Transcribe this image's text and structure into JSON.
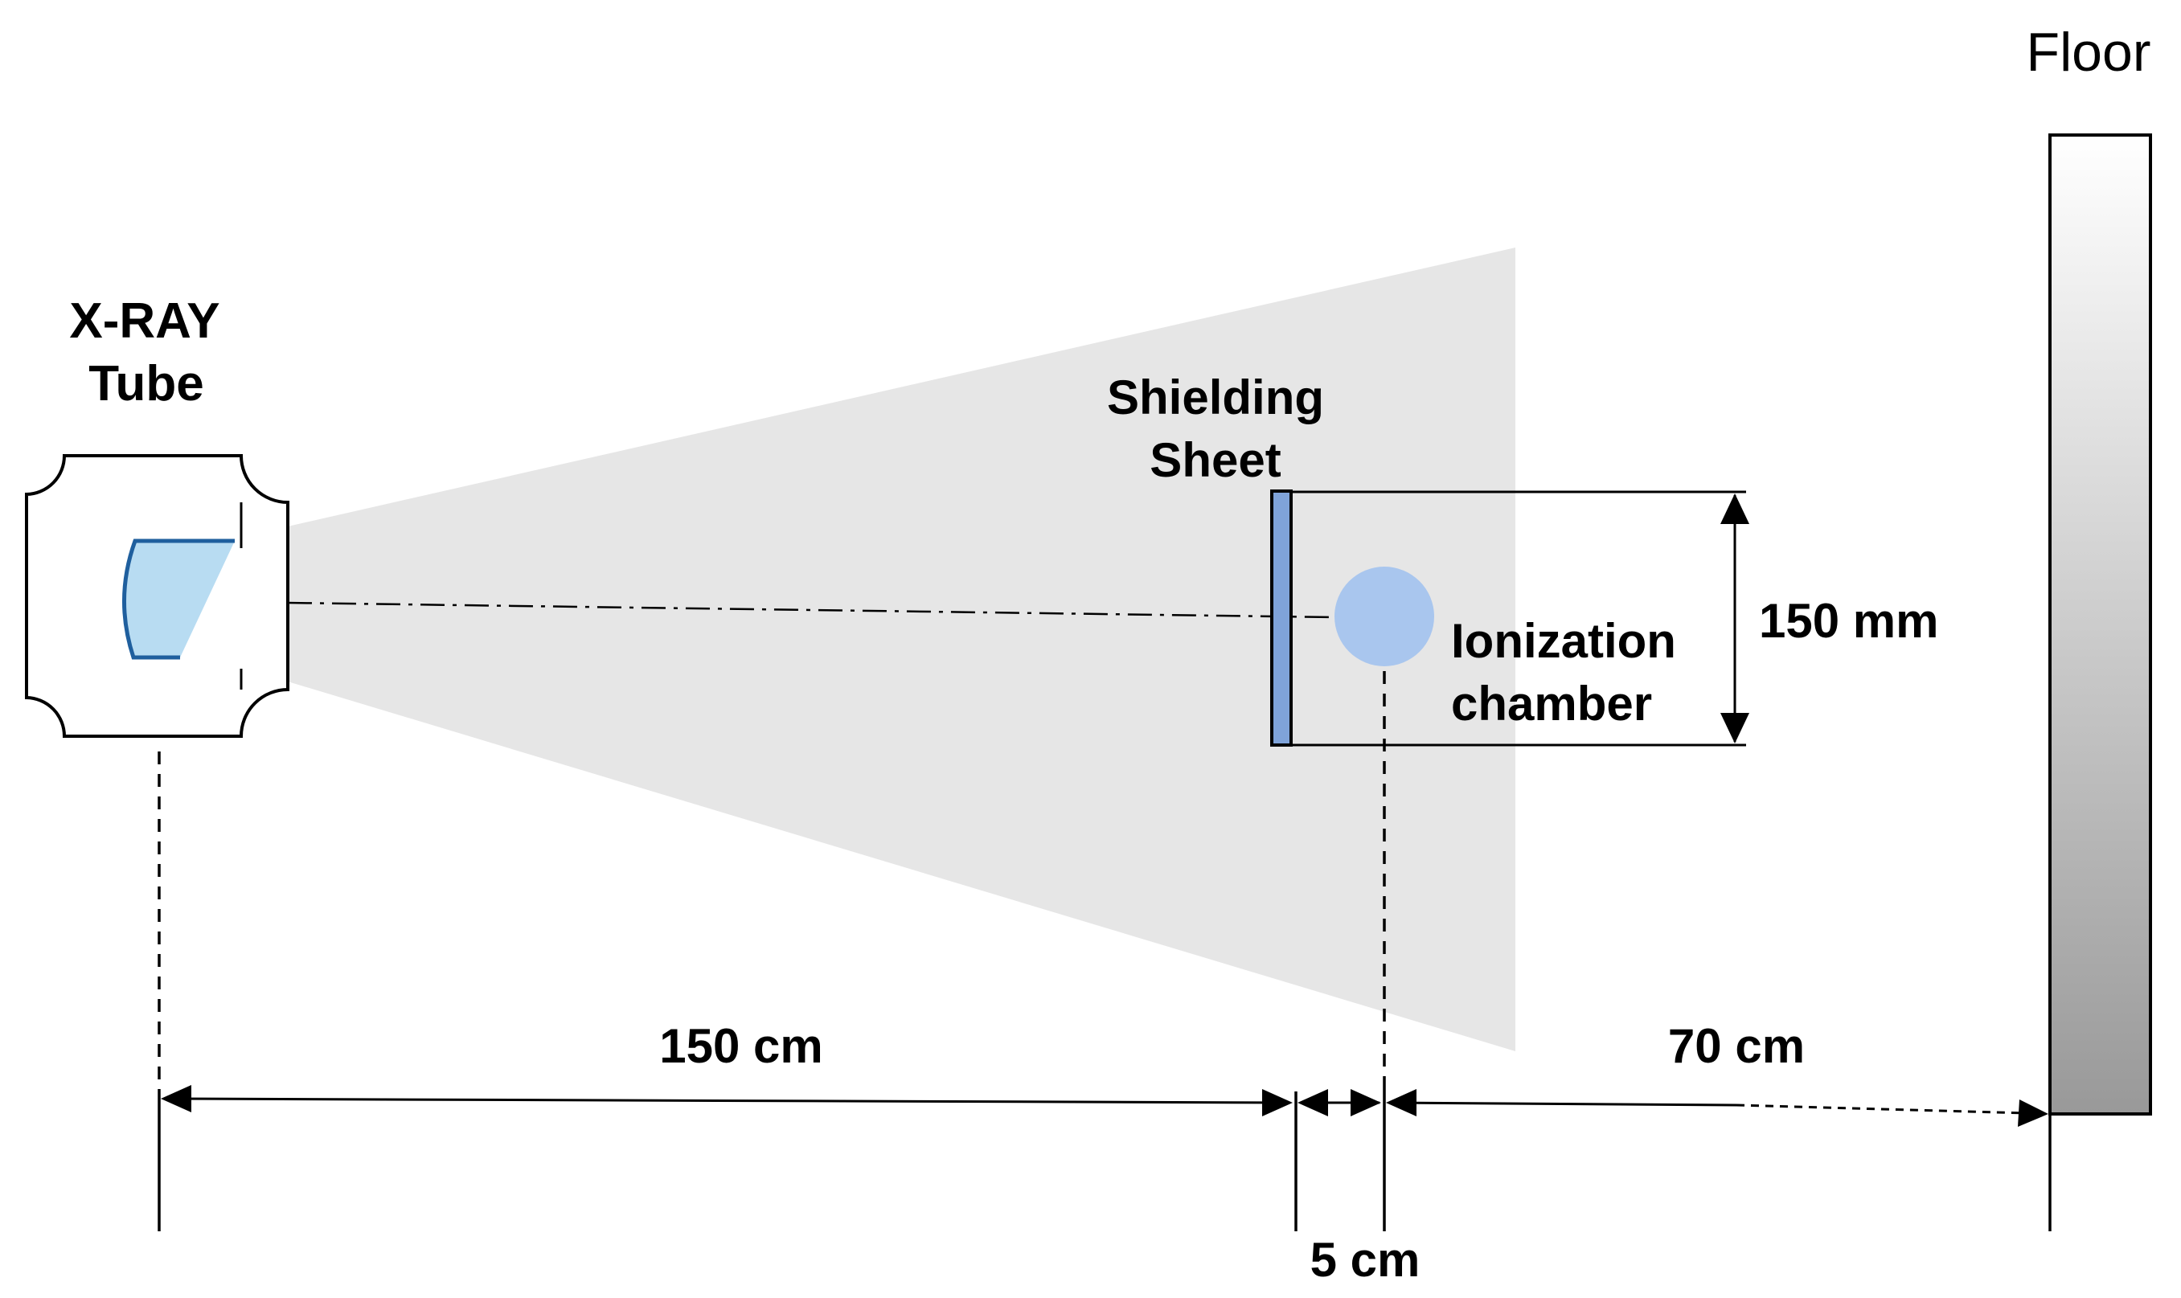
{
  "labels": {
    "xray_line1": "X-RAY",
    "xray_line2": "Tube",
    "shield_line1": "Shielding",
    "shield_line2": "Sheet",
    "chamber_line1": "Ionization",
    "chamber_line2": "chamber",
    "floor": "Floor"
  },
  "dimensions": {
    "tube_to_sheet": "150 cm",
    "sheet_to_chamber": "5 cm",
    "chamber_to_floor": "70 cm",
    "field_size": "150 mm"
  },
  "colors": {
    "beam": "#e6e6e6",
    "sheet": "#7fa3d9",
    "chamber": "#a9c6ee",
    "anode": "#b8dcf2",
    "anode_edge": "#1f5f9e",
    "floor_top": "#ffffff",
    "floor_bottom": "#999999",
    "line": "#000000"
  }
}
